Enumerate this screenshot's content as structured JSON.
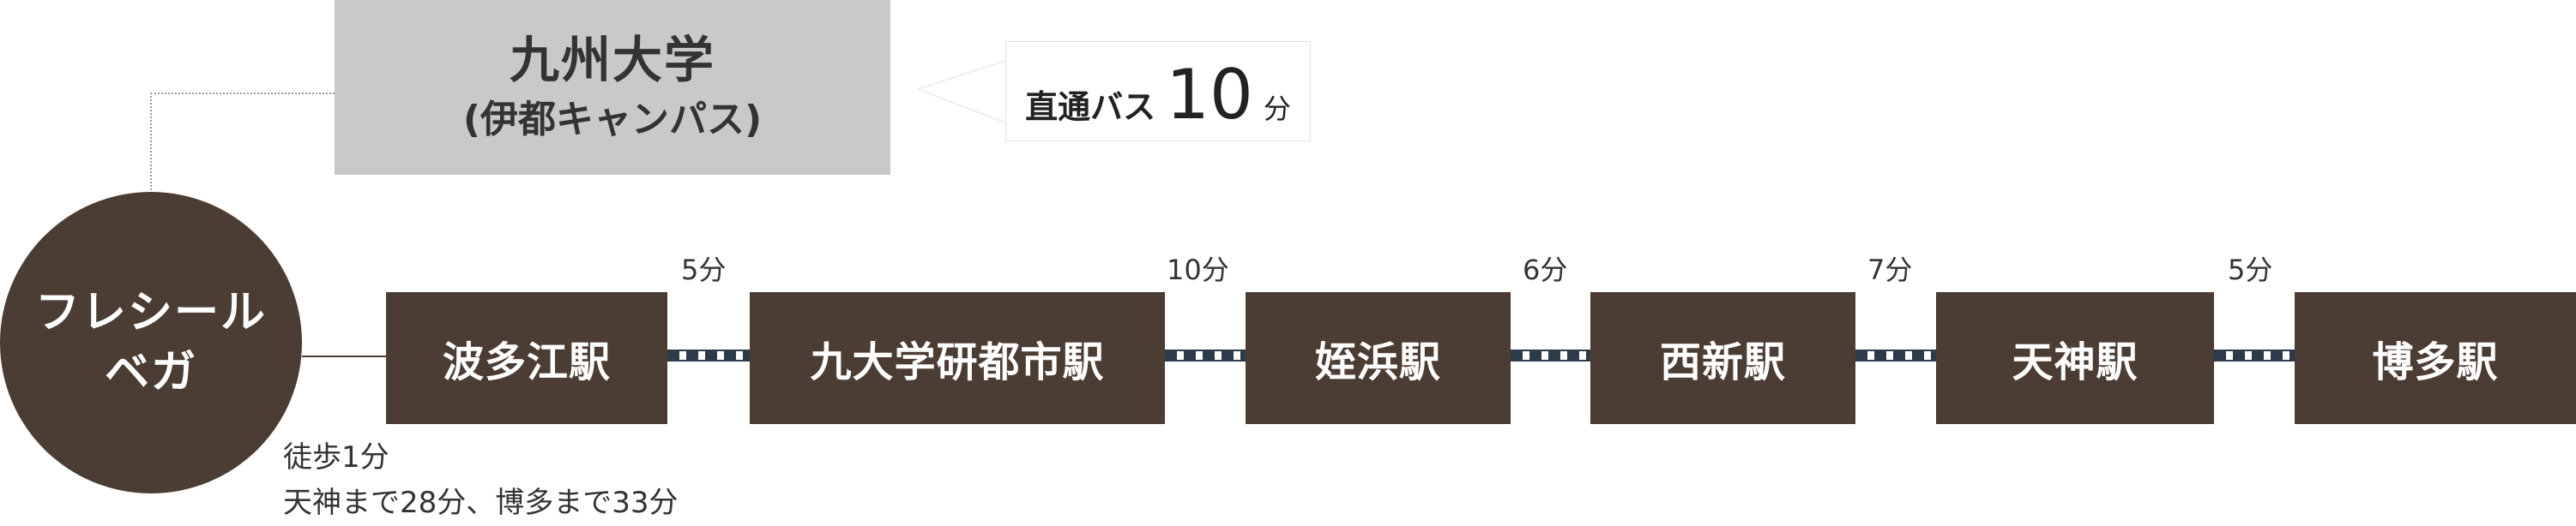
{
  "university": {
    "name": "九州大学",
    "campus": "(伊都キャンパス)"
  },
  "bus": {
    "label": "直通バス",
    "minutes": "10",
    "unit": "分"
  },
  "origin": {
    "line1": "フレシール",
    "line2": "ベガ"
  },
  "walk": {
    "line1": "徒歩1分",
    "line2": "天神まで28分、博多まで33分"
  },
  "stations": [
    {
      "name": "波多江駅"
    },
    {
      "name": "九大学研都市駅"
    },
    {
      "name": "姪浜駅"
    },
    {
      "name": "西新駅"
    },
    {
      "name": "天神駅"
    },
    {
      "name": "博多駅"
    }
  ],
  "segment_times": [
    "5分",
    "10分",
    "6分",
    "7分",
    "5分"
  ],
  "colors": {
    "station": "#4b3d34",
    "university_box": "#c9c9c9",
    "track": "#2c3a4a"
  }
}
